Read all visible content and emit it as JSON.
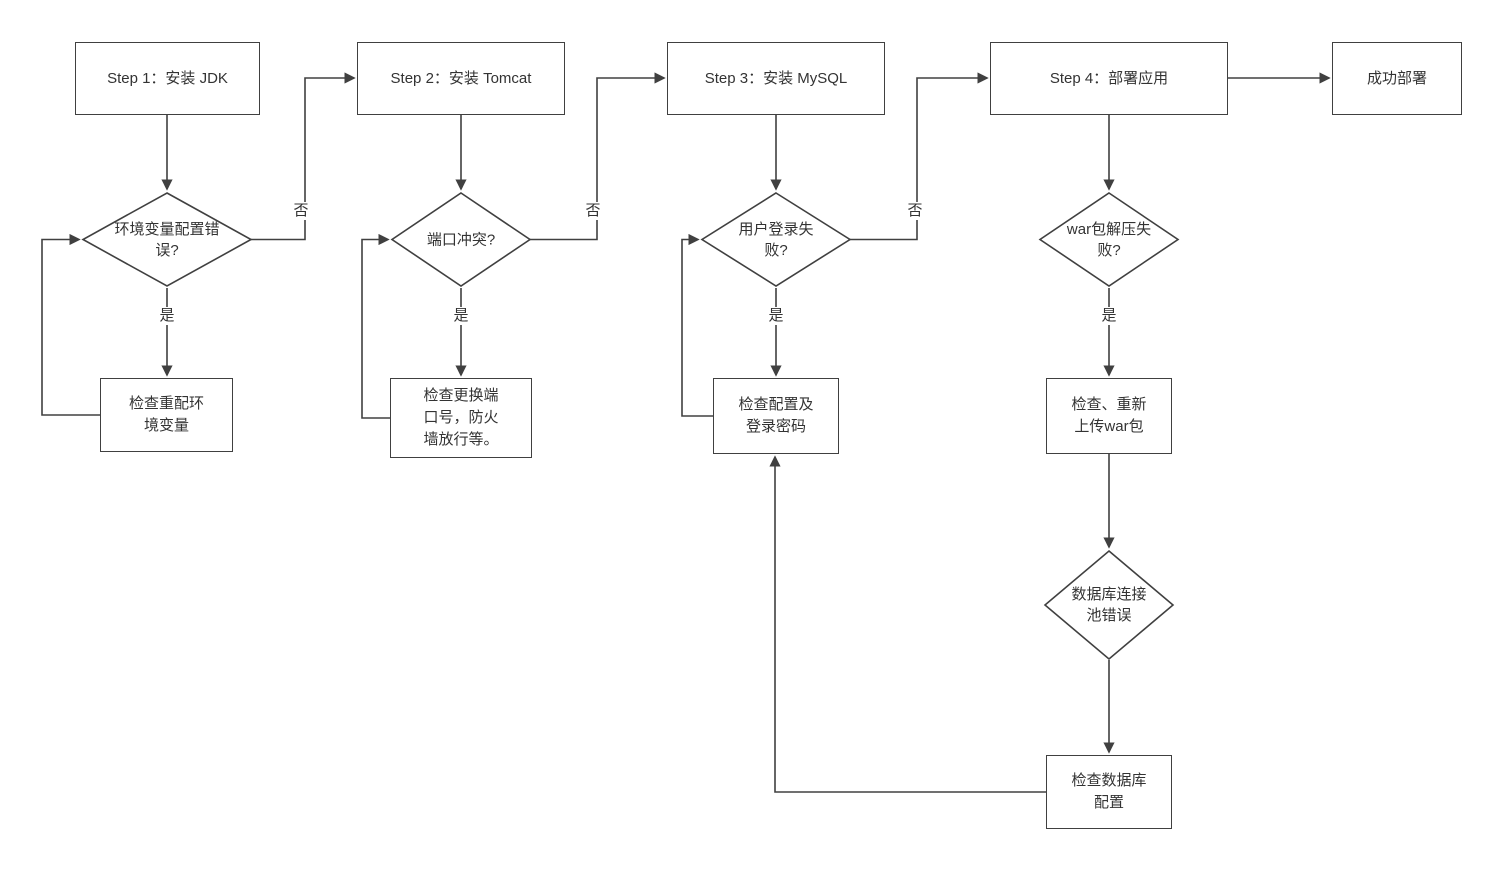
{
  "colors": {
    "line": "#404040",
    "node_border": "#404040",
    "node_fill": "#ffffff",
    "text": "#333333",
    "background": "#ffffff"
  },
  "nodes": {
    "step1": {
      "label": "Step 1：安装 JDK"
    },
    "step2": {
      "label": "Step 2：安装 Tomcat"
    },
    "step3": {
      "label": "Step 3：安装 MySQL"
    },
    "step4": {
      "label": "Step 4：部署应用"
    },
    "success": {
      "label": "成功部署"
    },
    "d1": {
      "label": "环境变量配置错误?"
    },
    "d2": {
      "label": "端口冲突?"
    },
    "d3": {
      "label": "用户登录失败?"
    },
    "d4": {
      "label": "war包解压失败?"
    },
    "d5": {
      "label": "数据库连接池错误"
    },
    "fix1": {
      "label": "检查重配环境变量"
    },
    "fix2": {
      "label": "检查更换端口号，防火墙放行等。"
    },
    "fix3": {
      "label": "检查配置及登录密码"
    },
    "fix4": {
      "label": "检查、重新上传war包"
    },
    "fix5": {
      "label": "检查数据库配置"
    }
  },
  "edge_labels": {
    "yes": "是",
    "no": "否"
  }
}
